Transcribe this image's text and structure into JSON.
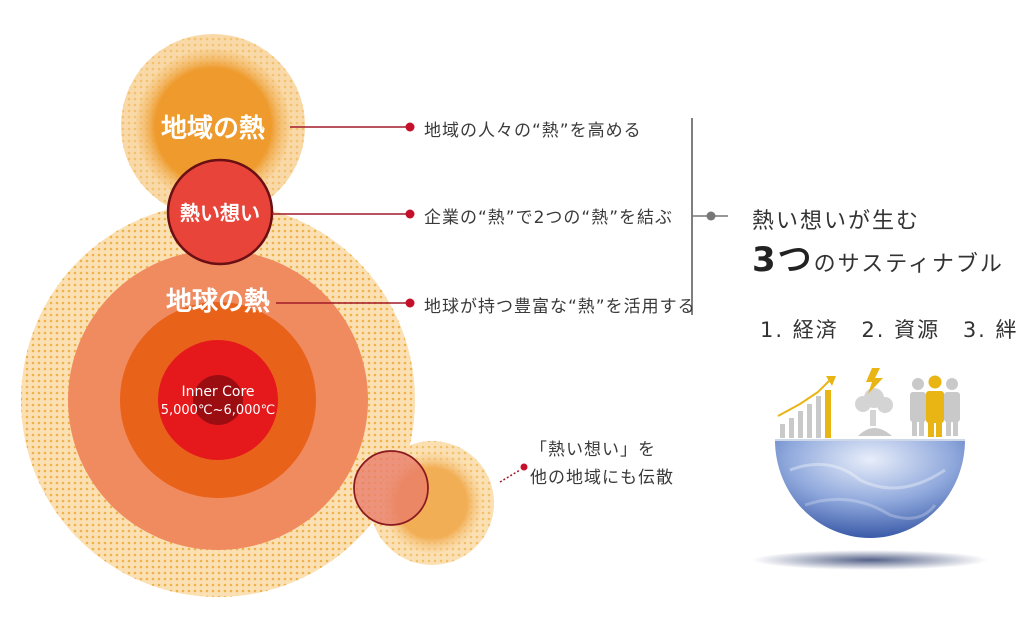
{
  "circles": {
    "regional_heat": "地域の熱",
    "hot_thoughts": "熱い想い",
    "earth_heat": "地球の熱",
    "inner_core_title": "Inner Core",
    "inner_core_temp": "5,000℃~6,000℃"
  },
  "callouts": [
    {
      "text": "地域の人々の“熱”を高める"
    },
    {
      "text": "企業の“熱”で2つの“熱”を結ぶ"
    },
    {
      "text": "地球が持つ豊富な“熱”を活用する"
    }
  ],
  "spread": {
    "line1": "「熱い想い」を",
    "line2": "他の地域にも伝散"
  },
  "right": {
    "title_line1": "熱い想いが生む",
    "title_num": "3つ",
    "title_rest": "のサスティナブル",
    "pillars": [
      "1. 経済",
      "2. 資源",
      "3. 絆"
    ]
  },
  "icons": [
    "growth-bars-icon",
    "lightning-cloud-icon",
    "people-icon",
    "globe-hemisphere-icon"
  ],
  "colors": {
    "outer_halo": "#f6c27a",
    "ring1": "#f5a04a",
    "ring2": "#f08a5f",
    "ring3": "#e9621a",
    "ring4": "#e5191b",
    "core": "#9c0d12",
    "regional": "#ee9a2c",
    "hot_thoughts": "#e8443a",
    "accent_red": "#c4102b",
    "gold": "#e8b514",
    "globe": "#6f8fcf"
  }
}
